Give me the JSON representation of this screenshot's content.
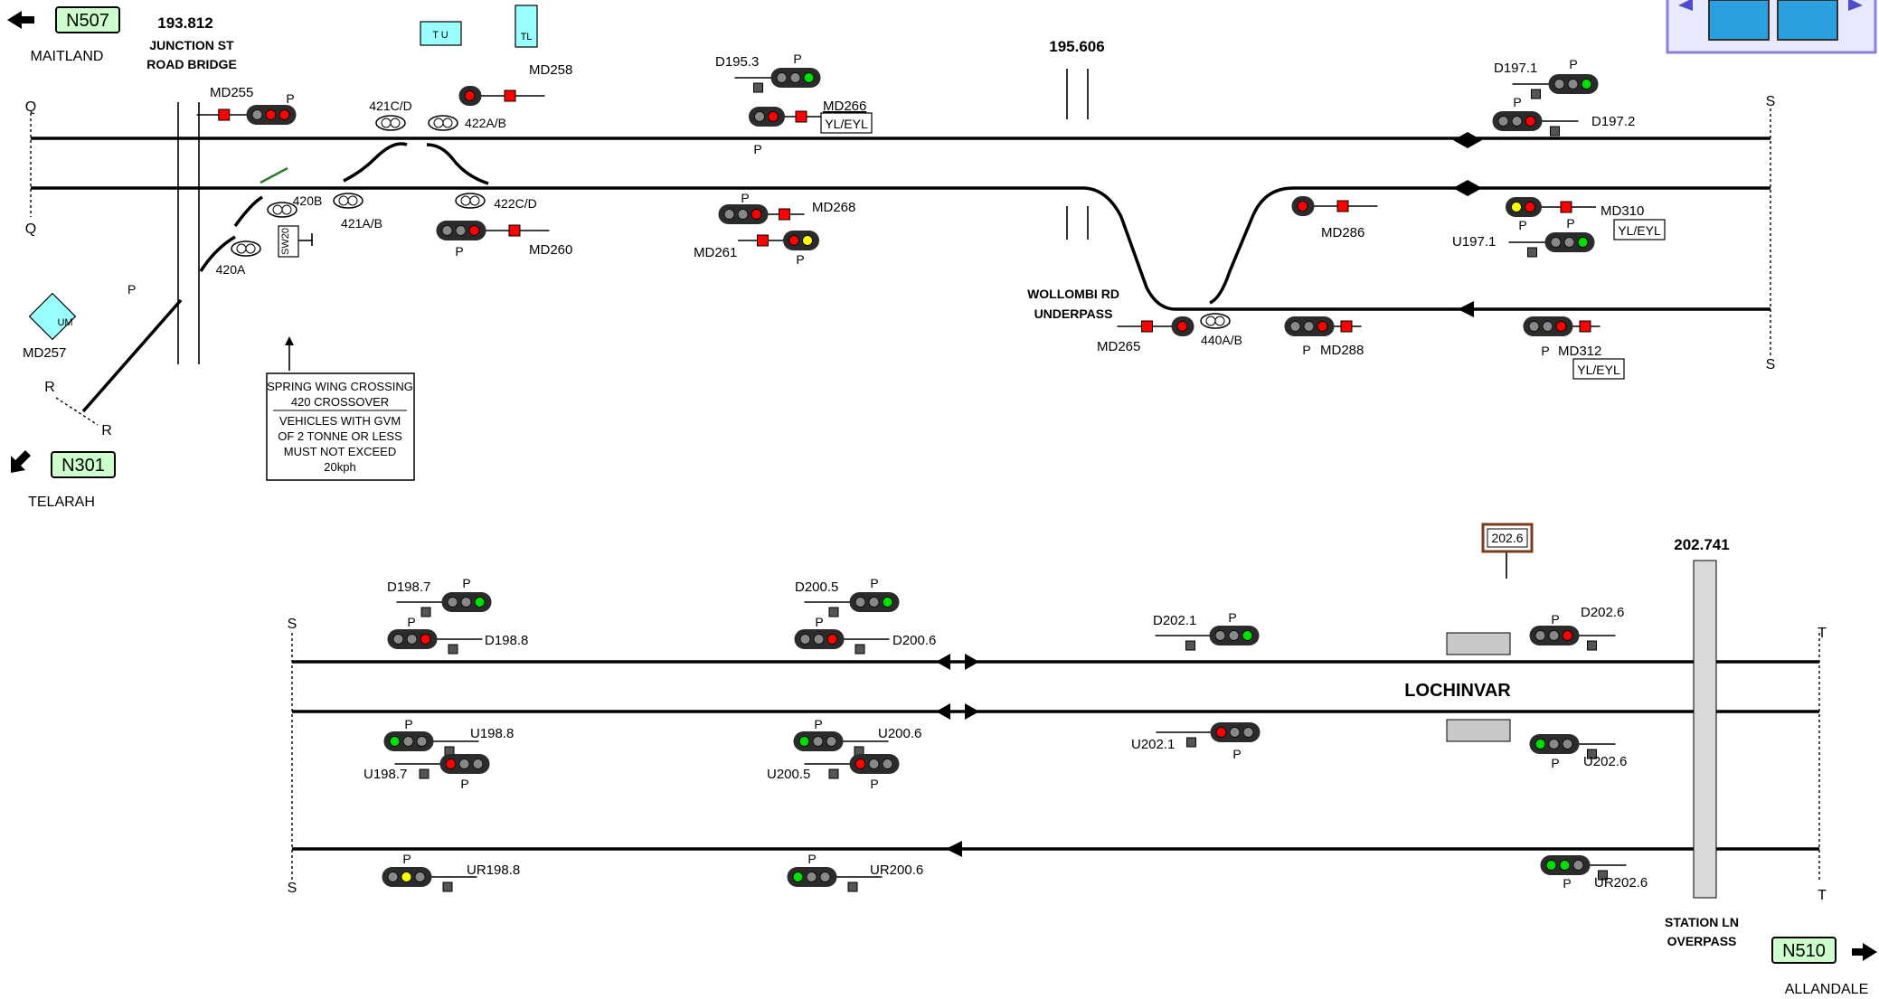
{
  "colors": {
    "line_code_bg": "#ccffcc",
    "signal_body": "#2b2b2b",
    "lamp_red": "#ff0000",
    "lamp_green": "#00dd00",
    "lamp_yellow": "#ffff00",
    "lamp_off": "#888888",
    "indicator_red": "#ff0000",
    "cyan_box": "#99ffff",
    "grey_structure": "#d9d9d9"
  },
  "location_codes": {
    "n507": {
      "code": "N507",
      "place": "MAITLAND",
      "arrow": "left"
    },
    "n301": {
      "code": "N301",
      "place": "TELARAH",
      "arrow": "down-left"
    },
    "n510": {
      "code": "N510",
      "place": "ALLANDALE",
      "arrow": "right"
    }
  },
  "kilometrages": {
    "km193": "193.812",
    "km195": "195.606",
    "km202": "202.741",
    "board": "202.6"
  },
  "structures": {
    "junction_bridge": [
      "JUNCTION ST",
      "ROAD BRIDGE"
    ],
    "wollombi": [
      "WOLLOMBI RD",
      "UNDERPASS"
    ],
    "station_ln": [
      "STATION LN",
      "OVERPASS"
    ],
    "station_name": "LOCHINVAR"
  },
  "notice": [
    "SPRING WING CROSSING",
    "420 CROSSOVER",
    "VEHICLES WITH GVM",
    "OF 2 TONNE OR LESS",
    "MUST NOT EXCEED",
    "20kph"
  ],
  "line_letters": {
    "q_top": "Q",
    "q_bottom": "Q",
    "r_1": "R",
    "r_2": "R",
    "s_1": "S",
    "s_2": "S",
    "s_3": "S",
    "s_4": "S",
    "t_1": "T",
    "t_2": "T"
  },
  "points": {
    "p421cd": "421C/D",
    "p422ab": "422A/B",
    "p420b": "420B",
    "p421ab": "421A/B",
    "p422cd": "422C/D",
    "p420a": "420A",
    "sw20": "SW20",
    "p440ab": "440A/B"
  },
  "box_labels": {
    "tu": "T U",
    "tl": "TL",
    "um": "UM"
  },
  "signals": {
    "md255": {
      "name": "MD255",
      "p": "P"
    },
    "md258": {
      "name": "MD258"
    },
    "md257": {
      "name": "MD257",
      "p": "P"
    },
    "md260": {
      "name": "MD260",
      "p": "P"
    },
    "d1953": {
      "name": "D195.3",
      "p": "P"
    },
    "md266": {
      "name": "MD266",
      "ind": "YL/EYL",
      "p": "P"
    },
    "md268": {
      "name": "MD268",
      "p": "P"
    },
    "md261": {
      "name": "MD261",
      "p": "P"
    },
    "md265": {
      "name": "MD265"
    },
    "md286": {
      "name": "MD286"
    },
    "md288": {
      "name": "MD288",
      "p": "P"
    },
    "d1971": {
      "name": "D197.1",
      "p": "P"
    },
    "d1972": {
      "name": "D197.2",
      "p": "P"
    },
    "md310": {
      "name": "MD310",
      "ind": "YL/EYL",
      "p1": "P",
      "p2": "P"
    },
    "u1971": {
      "name": "U197.1"
    },
    "md312": {
      "name": "MD312",
      "ind": "YL/EYL",
      "p": "P"
    },
    "d1987": {
      "name": "D198.7",
      "p": "P"
    },
    "d1988": {
      "name": "D198.8",
      "p": "P"
    },
    "u1988": {
      "name": "U198.8",
      "p": "P"
    },
    "u1987": {
      "name": "U198.7",
      "p": "P"
    },
    "ur1988": {
      "name": "UR198.8",
      "p": "P"
    },
    "d2005": {
      "name": "D200.5",
      "p": "P"
    },
    "d2006": {
      "name": "D200.6",
      "p": "P"
    },
    "u2006": {
      "name": "U200.6",
      "p": "P"
    },
    "u2005": {
      "name": "U200.5",
      "p": "P"
    },
    "ur2006": {
      "name": "UR200.6",
      "p": "P"
    },
    "d2021": {
      "name": "D202.1",
      "p": "P"
    },
    "u2021": {
      "name": "U202.1",
      "p": "P"
    },
    "d2026": {
      "name": "D202.6",
      "p": "P"
    },
    "u2026": {
      "name": "U202.6",
      "p": "P"
    },
    "ur2026": {
      "name": "UR202.6",
      "p": "P"
    }
  }
}
